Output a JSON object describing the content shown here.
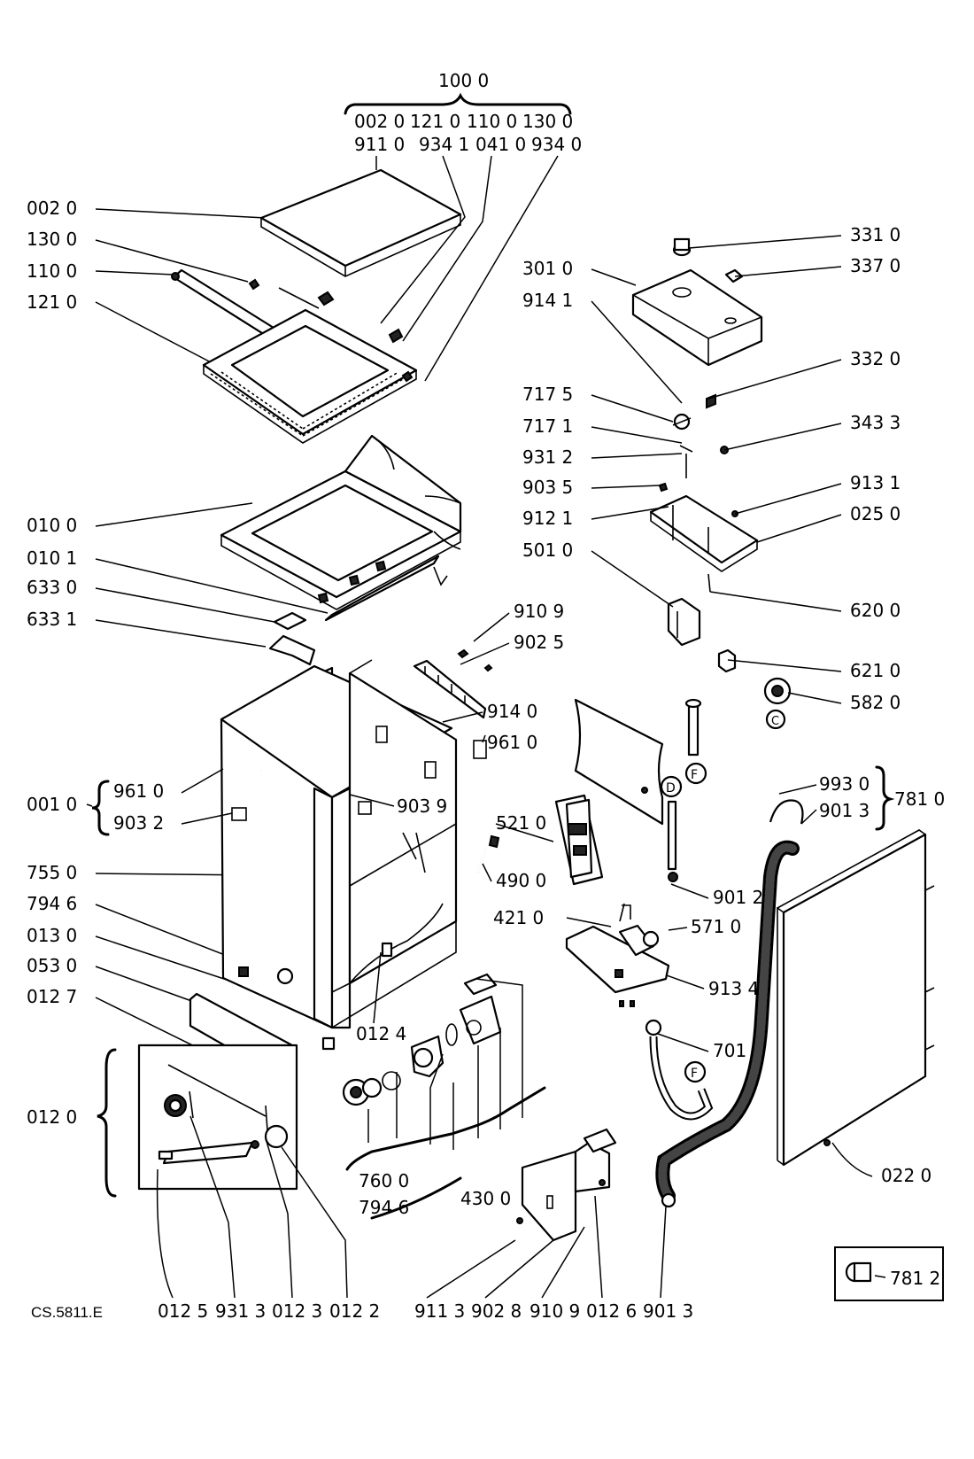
{
  "diagram_code": "CS.5811.E",
  "group_100": {
    "title": "100 0",
    "top_row": [
      "002 0",
      "121 0",
      "110 0",
      "130 0"
    ],
    "bottom_row": [
      "911 0",
      "934 1",
      "041 0",
      "934 0"
    ]
  },
  "group_001": {
    "main": "001 0",
    "sub": [
      "961 0",
      "903 2"
    ]
  },
  "group_781": {
    "main": "781 0",
    "sub": [
      "993 0",
      "901 3"
    ]
  },
  "group_012_label": "012 0",
  "group_430": {
    "main": "430 0",
    "sub": [
      "760 0",
      "794 6"
    ]
  },
  "left_labels": [
    "002 0",
    "130 0",
    "110 0",
    "121 0",
    "010 0",
    "010 1",
    "633 0",
    "633 1",
    "755 0",
    "794 6",
    "013 0",
    "053 0",
    "012 7"
  ],
  "right_labels": [
    "331 0",
    "337 0",
    "301 0",
    "914 1",
    "332 0",
    "717 5",
    "717 1",
    "343 3",
    "931 2",
    "903 5",
    "913 1",
    "912 1",
    "025 0",
    "501 0",
    "620 0",
    "621 0",
    "582 0",
    "910 9",
    "902 5",
    "914 0",
    "961 0"
  ],
  "middle_labels": [
    "903 9",
    "521 0",
    "490 0",
    "901 2",
    "421 0",
    "571 0",
    "913 4",
    "701 0",
    "012 4",
    "022 0"
  ],
  "bottom_labels": [
    "012 5",
    "931 3",
    "012 3",
    "012 2",
    "911 3",
    "902 8",
    "910 9",
    "012 6",
    "901 3"
  ],
  "accessory": {
    "label": "781 2"
  }
}
